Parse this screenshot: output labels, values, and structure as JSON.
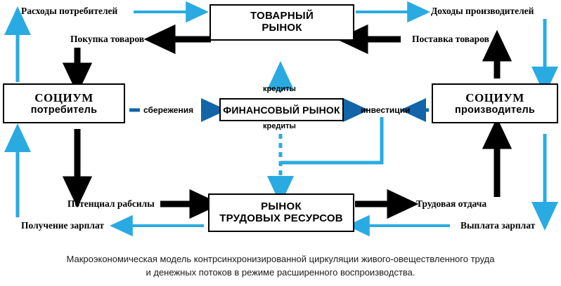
{
  "diagram": {
    "colors": {
      "cyan": "#29ABE2",
      "blue_dark": "#1265A8",
      "black": "#000000",
      "box_border": "#000000",
      "background": "#FFFFFF"
    },
    "nodes": [
      {
        "id": "goods-market",
        "line1": "ТОВАРНЫЙ",
        "line2": "РЫНОК"
      },
      {
        "id": "socium-consumer",
        "line1": "СОЦИУМ",
        "line2": "потребитель"
      },
      {
        "id": "socium-producer",
        "line1": "СОЦИУМ",
        "line2": "производитель"
      },
      {
        "id": "labor-market",
        "line1": "РЫНОК",
        "line2": "ТРУДОВЫХ РЕСУРСОВ"
      },
      {
        "id": "financial-market",
        "line1": "ФИНАНСОВЫЙ РЫНОК",
        "line2": ""
      }
    ],
    "flow_labels": [
      {
        "id": "consumer-spending",
        "text": "Расходы потребителей",
        "color": "#29ABE2"
      },
      {
        "id": "producer-income",
        "text": "Доходы производителей",
        "color": "#29ABE2"
      },
      {
        "id": "goods-purchase",
        "text": "Покупка товаров",
        "color": "#000000"
      },
      {
        "id": "goods-supply",
        "text": "Поставка товаров",
        "color": "#000000"
      },
      {
        "id": "savings",
        "text": "сбережения",
        "color": "#1265A8"
      },
      {
        "id": "investments",
        "text": "инвестиции",
        "color": "#1265A8"
      },
      {
        "id": "credits-upper",
        "text": "кредиты",
        "color": "#29ABE2"
      },
      {
        "id": "credits-lower",
        "text": "кредиты",
        "color": "#29ABE2"
      },
      {
        "id": "labor-potential",
        "text": "Потенциал рабсилы",
        "color": "#000000"
      },
      {
        "id": "labor-return",
        "text": "Трудовая отдача",
        "color": "#000000"
      },
      {
        "id": "wage-receipt",
        "text": "Получение зарплат",
        "color": "#29ABE2"
      },
      {
        "id": "wage-payment",
        "text": "Выплата зарплат",
        "color": "#29ABE2"
      }
    ],
    "caption": {
      "line1": "Макроэкономическая модель контрсинхронизированной циркуляции живого-овеществленного труда",
      "line2": "и денежных потоков в режиме расширенного воспроизводства."
    }
  }
}
